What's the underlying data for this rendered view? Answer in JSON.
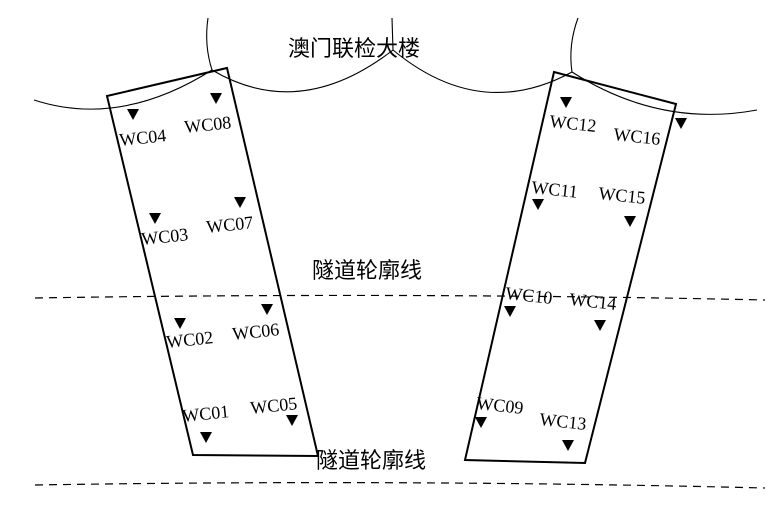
{
  "labels": {
    "building": "澳门联检大楼",
    "tunnel_top": "隧道轮廓线",
    "tunnel_bottom": "隧道轮廓线"
  },
  "points": [
    {
      "id": "WC01"
    },
    {
      "id": "WC02"
    },
    {
      "id": "WC03"
    },
    {
      "id": "WC04"
    },
    {
      "id": "WC05"
    },
    {
      "id": "WC06"
    },
    {
      "id": "WC07"
    },
    {
      "id": "WC08"
    },
    {
      "id": "WC09"
    },
    {
      "id": "WC10"
    },
    {
      "id": "WC11"
    },
    {
      "id": "WC12"
    },
    {
      "id": "WC13"
    },
    {
      "id": "WC14"
    },
    {
      "id": "WC15"
    },
    {
      "id": "WC16"
    }
  ],
  "colors": {
    "line": "#000000",
    "background": "#ffffff"
  }
}
